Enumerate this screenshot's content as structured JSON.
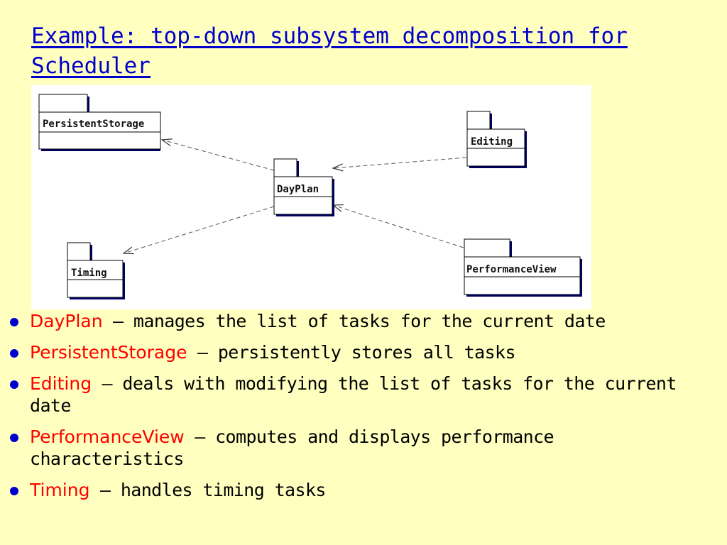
{
  "title": "Example: top-down subsystem decomposition for Scheduler",
  "diagram": {
    "packages": {
      "persistent_storage": "PersistentStorage",
      "editing": "Editing",
      "day_plan": "DayPlan",
      "timing": "Timing",
      "performance_view": "PerformanceView"
    },
    "dependencies": [
      {
        "from": "DayPlan",
        "to": "PersistentStorage"
      },
      {
        "from": "DayPlan",
        "to": "Timing"
      },
      {
        "from": "Editing",
        "to": "DayPlan"
      },
      {
        "from": "PerformanceView",
        "to": "DayPlan"
      }
    ]
  },
  "bullets": [
    {
      "term": "DayPlan",
      "text": " – manages the list of tasks for the current date"
    },
    {
      "term": "PersistentStorage",
      "text": " – persistently stores all tasks"
    },
    {
      "term": "Editing",
      "text": " – deals with modifying the list of tasks for the current date"
    },
    {
      "term": "PerformanceView",
      "text": " – computes and displays performance characteristics"
    },
    {
      "term": "Timing",
      "text": " – handles timing tasks"
    }
  ],
  "colors": {
    "background": "#FFFFC0",
    "title": "#0000CC",
    "term": "#FF0000",
    "bullet": "#0000CC",
    "package_shadow": "#000066"
  }
}
